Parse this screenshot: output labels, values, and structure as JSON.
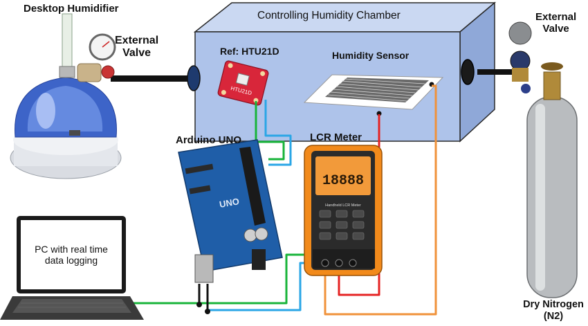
{
  "labels": {
    "desktop_humidifier": "Desktop Humidifier",
    "external_valve_left_l1": "External",
    "external_valve_left_l2": "Valve",
    "chamber_title": "Controlling Humidity Chamber",
    "ref_sensor": "Ref: HTU21D",
    "humidity_sensor": "Humidity Sensor",
    "external_valve_right_l1": "External",
    "external_valve_right_l2": "Valve",
    "arduino": "Arduino UNO",
    "lcr_meter": "LCR Meter",
    "pc_l1": "PC with real time",
    "pc_l2": "data logging",
    "nitrogen_l1": "Dry Nitrogen",
    "nitrogen_l2": "(N2)"
  },
  "device_text": {
    "htu_board": "HTU21D",
    "lcr_display": "18888",
    "lcr_model": "Handheld LCR Meter",
    "arduino_brand": "UNO"
  },
  "colors": {
    "chamber_front": "#aec3ea",
    "chamber_top": "#cad8f2",
    "chamber_side": "#8fa8d8",
    "wire_green": "#18b43a",
    "wire_blue": "#2aa6e6",
    "wire_red": "#e52323",
    "wire_orange": "#f0923a",
    "lcr_body": "#f28a1b",
    "arduino_board": "#1f5ea8",
    "htu_board": "#d8263a"
  }
}
